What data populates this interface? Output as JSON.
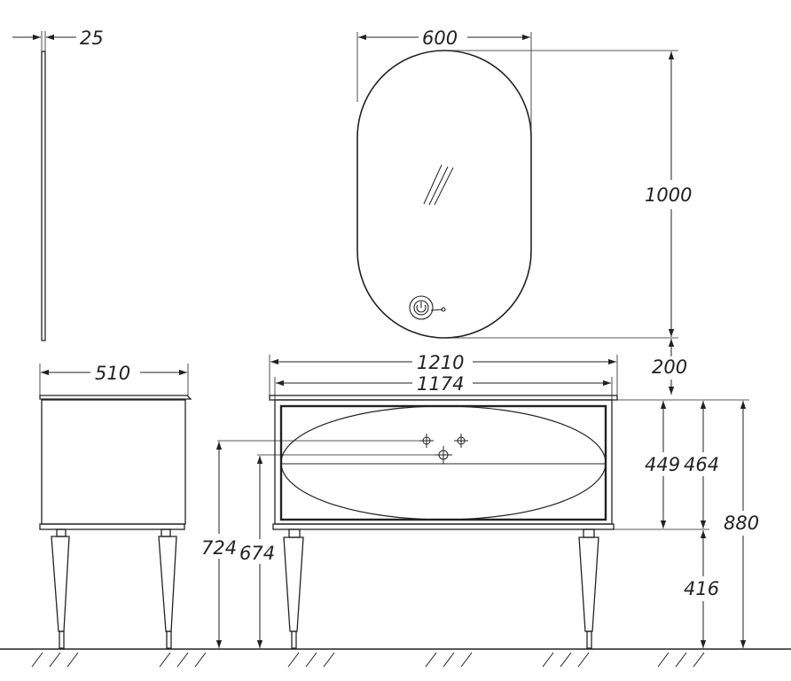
{
  "drawing": {
    "title": "",
    "dimensions": {
      "mirror_depth": "25",
      "mirror_width": "600",
      "mirror_height": "1000",
      "gap_mirror_to_top": "200",
      "vanity_depth": "510",
      "top_width": "1210",
      "cabinet_width": "1174",
      "tap_height": "724",
      "drain_height": "674",
      "drawer_height": "449",
      "cabinet_height": "464",
      "leg_height": "416",
      "total_height": "880"
    },
    "colors": {
      "line": "#222222",
      "dim_line": "#333333"
    },
    "icons": [
      "power-button-icon",
      "glass-reflection-icon",
      "tap-hole-icon",
      "drain-icon"
    ]
  }
}
